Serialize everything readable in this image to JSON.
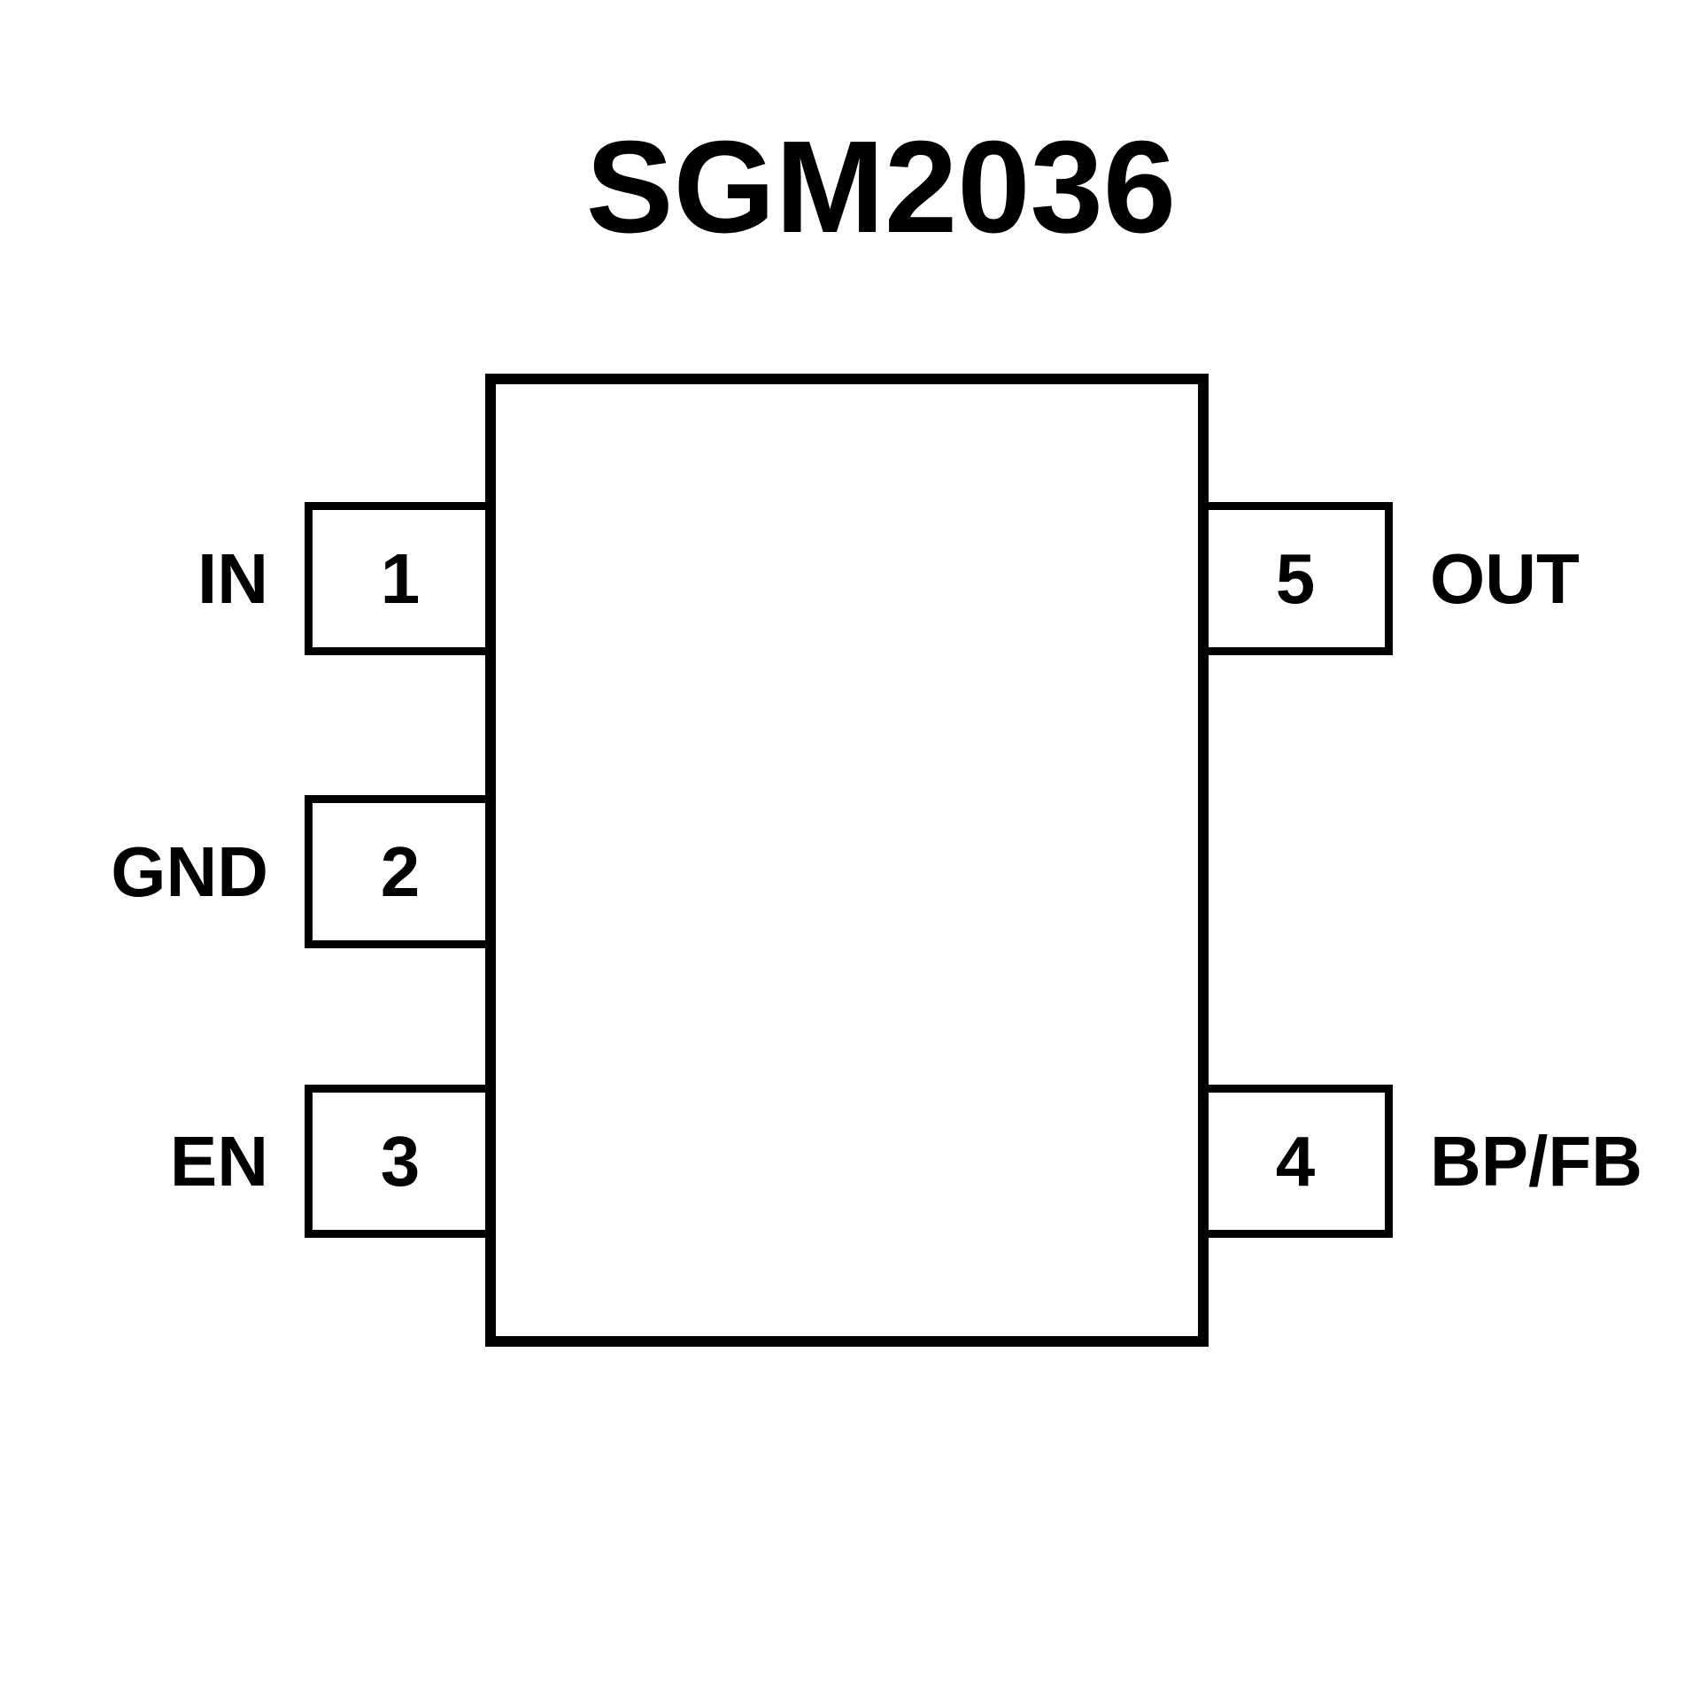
{
  "title": "SGM2036",
  "diagram": {
    "ic_name": "SGM2036",
    "view": "top-view-pinout",
    "pins": [
      {
        "number": "1",
        "label": "IN",
        "side": "left"
      },
      {
        "number": "2",
        "label": "GND",
        "side": "left"
      },
      {
        "number": "3",
        "label": "EN",
        "side": "left"
      },
      {
        "number": "4",
        "label": "BP/FB",
        "side": "right"
      },
      {
        "number": "5",
        "label": "OUT",
        "side": "right"
      }
    ],
    "colors": {
      "line": "#000000",
      "background": "#ffffff",
      "text": "#000000"
    }
  }
}
